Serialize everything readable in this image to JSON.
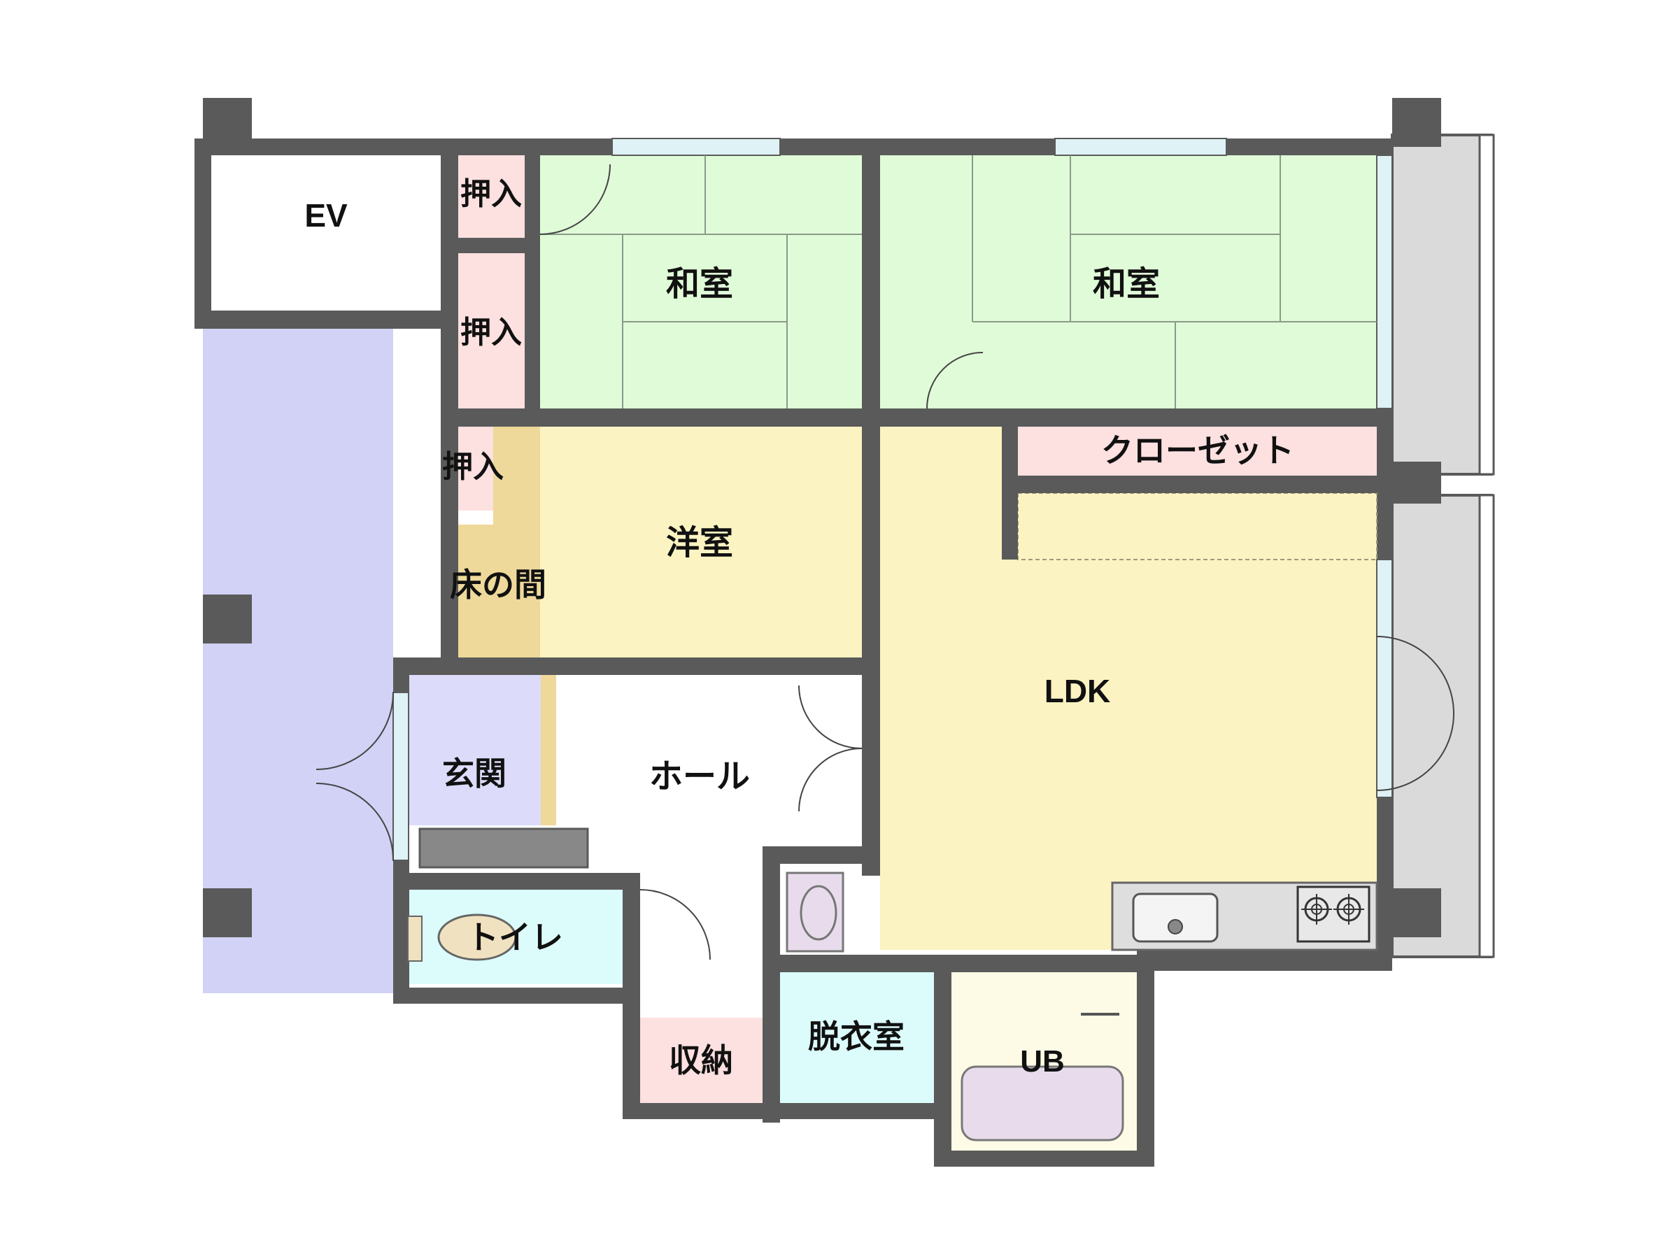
{
  "floor_plan": {
    "colors": {
      "wall": "#5a5a5a",
      "washitsu": "#e0fbd8",
      "washitsu_line": "#8a9a88",
      "yoshitsu": "#fcf3c2",
      "tokonoma": "#efd99a",
      "oshiire": "#fde0e0",
      "genkan": "#dcdcfa",
      "corridor": "#d2d2f6",
      "toilet": "#dcfcfc",
      "balcony": "#dadada",
      "window": "#dff2f6",
      "fixture": "#888888",
      "bath": "#e8dcec"
    },
    "rooms": [
      {
        "id": "ev",
        "label": "EV"
      },
      {
        "id": "oshiire-1",
        "label": "押入"
      },
      {
        "id": "oshiire-2",
        "label": "押入"
      },
      {
        "id": "oshiire-3",
        "label": "押入"
      },
      {
        "id": "washitsu-west",
        "label": "和室"
      },
      {
        "id": "washitsu-east",
        "label": "和室"
      },
      {
        "id": "closet",
        "label": "クローゼット"
      },
      {
        "id": "yoshitsu",
        "label": "洋室"
      },
      {
        "id": "tokonoma",
        "label": "床の間"
      },
      {
        "id": "ldk",
        "label": "LDK"
      },
      {
        "id": "genkan",
        "label": "玄関"
      },
      {
        "id": "hall",
        "label": "ホール"
      },
      {
        "id": "toilet",
        "label": "トイレ"
      },
      {
        "id": "shuno",
        "label": "収納"
      },
      {
        "id": "datsuishitsu",
        "label": "脱衣室"
      },
      {
        "id": "ub",
        "label": "UB"
      }
    ]
  }
}
